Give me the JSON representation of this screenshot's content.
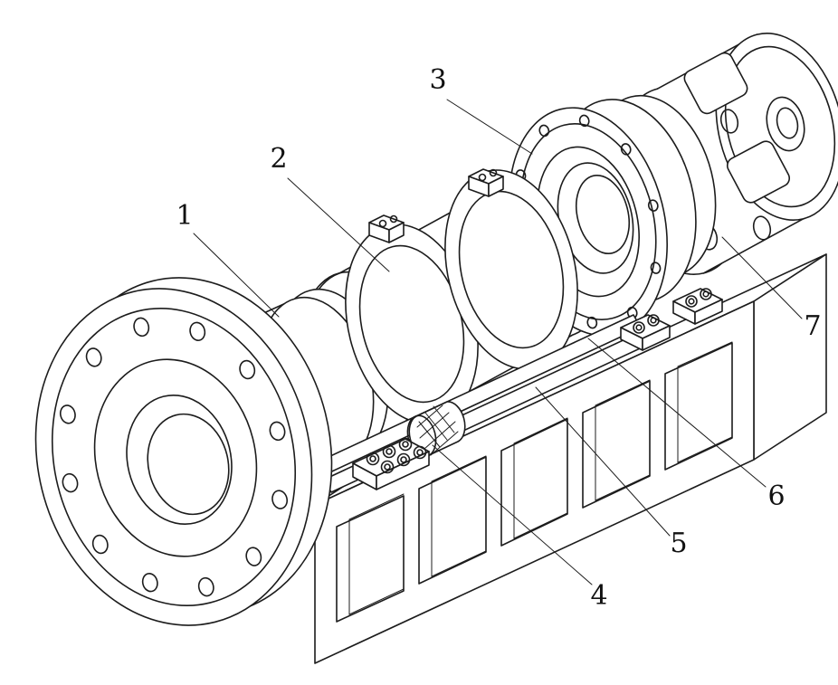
{
  "figure": {
    "background_color": "#ffffff",
    "line_color": "#1c1c1c",
    "part_labels": [
      {
        "text": "1"
      },
      {
        "text": "2"
      },
      {
        "text": "3"
      },
      {
        "text": "4"
      },
      {
        "text": "5"
      },
      {
        "text": "6"
      },
      {
        "text": "7"
      }
    ]
  }
}
